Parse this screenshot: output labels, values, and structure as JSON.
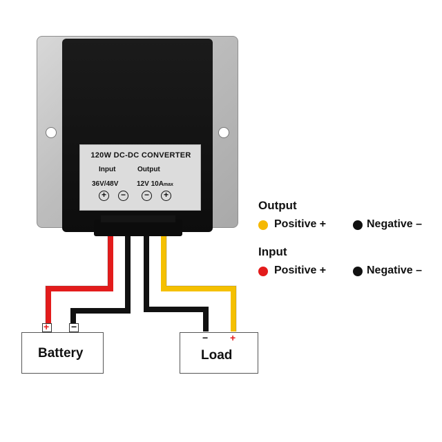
{
  "converter": {
    "title": "120W DC-DC CONVERTER",
    "input_label": "Input",
    "output_label": "Output",
    "input_voltage": "36V/48V",
    "output_rating": "12V 10A",
    "output_rating_suffix": "max",
    "terminals": [
      "+",
      "−",
      "−",
      "+"
    ]
  },
  "legend": {
    "output": {
      "title": "Output",
      "positive": "Positive +",
      "negative": "Negative –",
      "positive_color": "#f5b800",
      "negative_color": "#111111"
    },
    "input": {
      "title": "Input",
      "positive": "Positive +",
      "negative": "Negative –",
      "positive_color": "#e31b1b",
      "negative_color": "#111111"
    }
  },
  "battery": {
    "label": "Battery",
    "plus": "+",
    "minus": "−"
  },
  "load": {
    "label": "Load",
    "plus": "+",
    "minus": "−"
  },
  "wire_colors": {
    "input_positive": "#e31b1b",
    "input_negative": "#111111",
    "output_negative": "#111111",
    "output_positive": "#f5c000"
  }
}
